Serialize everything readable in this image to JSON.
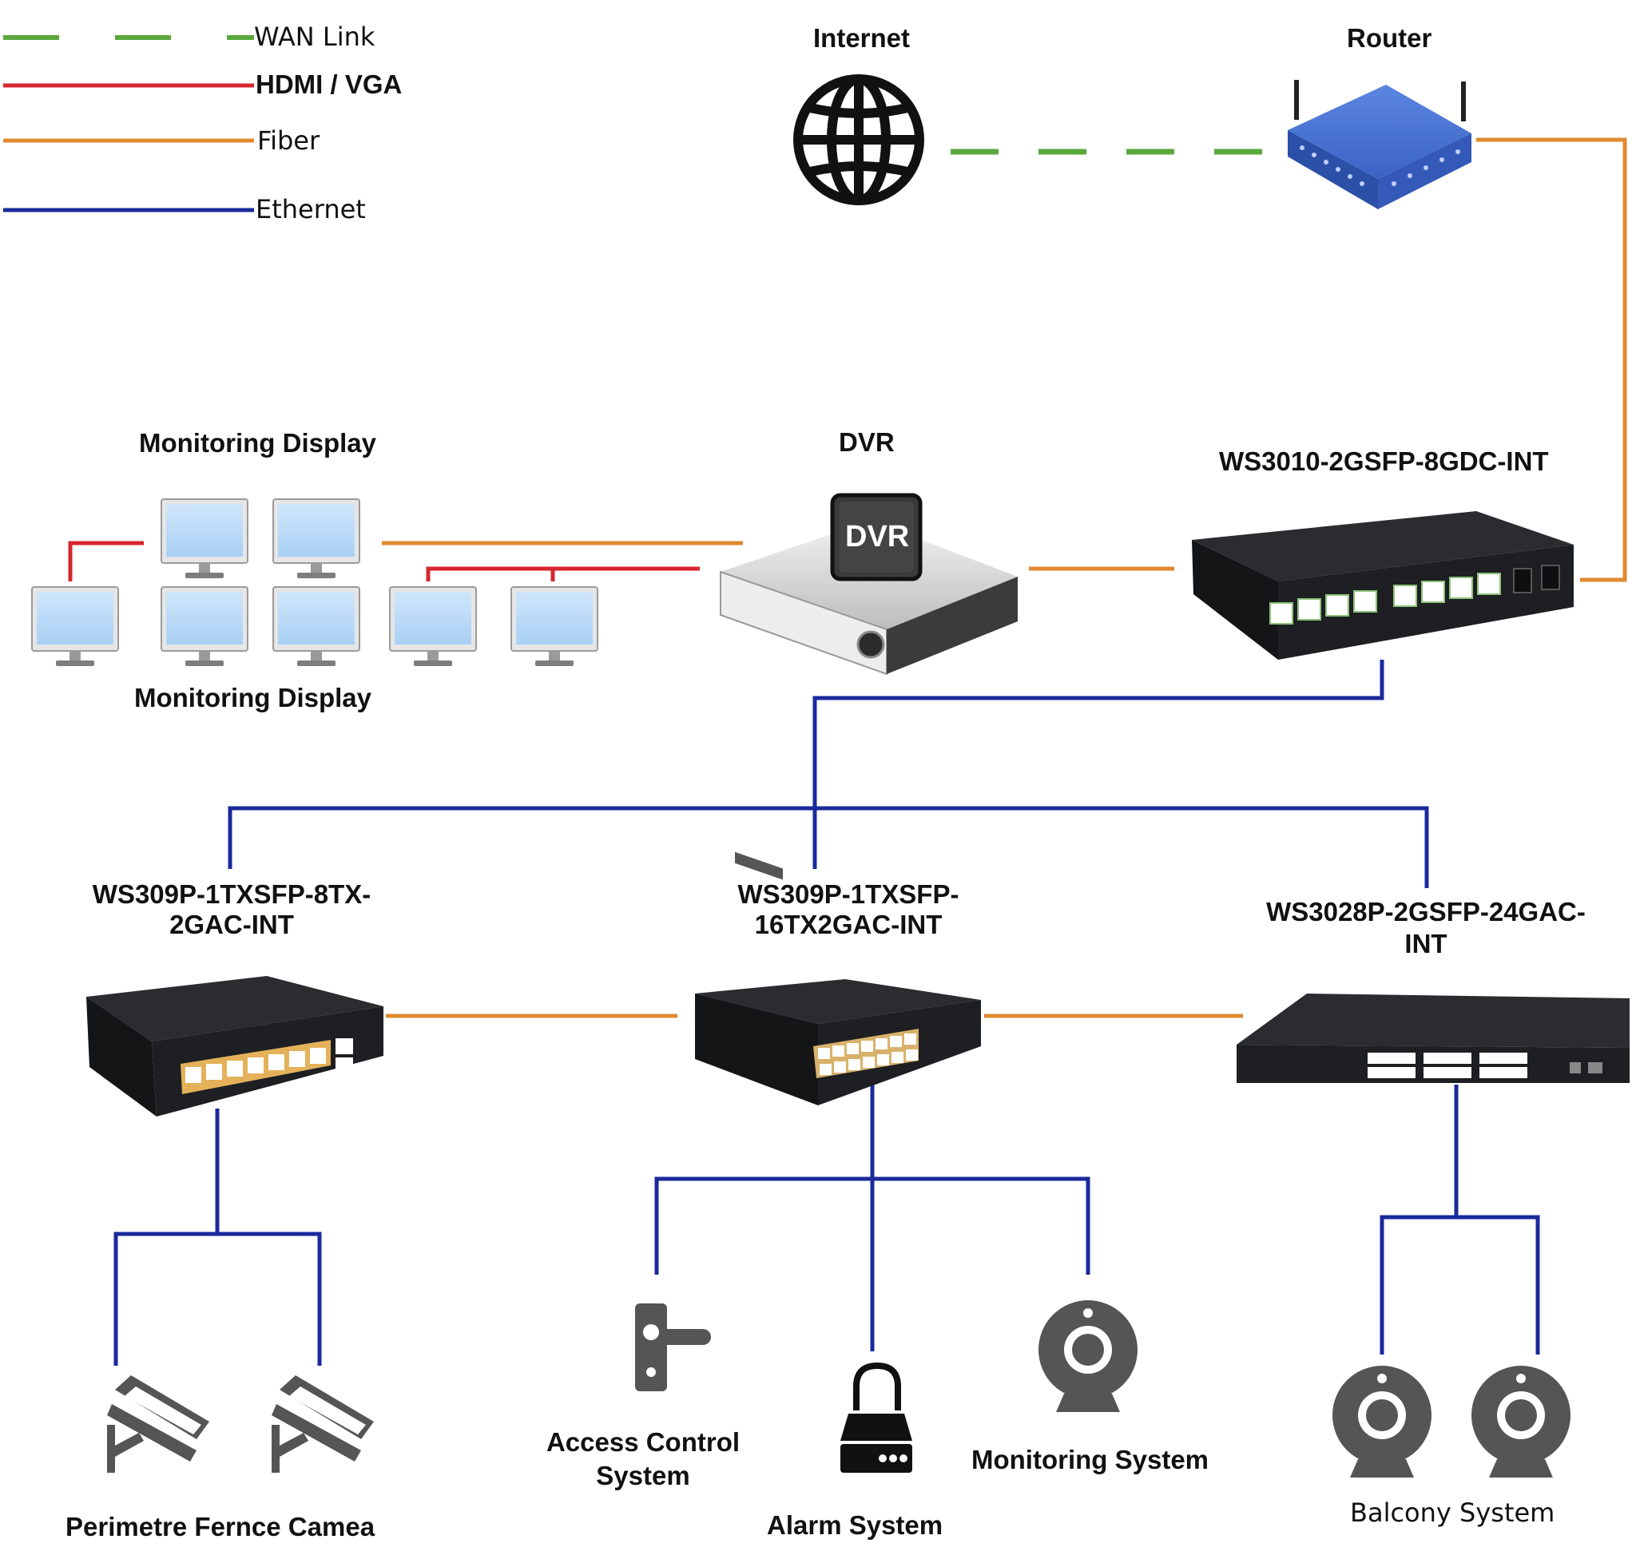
{
  "legend": {
    "items": [
      {
        "label": "WAN Link",
        "color": "#5aa83c",
        "style": "dashed"
      },
      {
        "label": "HDMI / VGA",
        "color": "#d7262e",
        "style": "solid"
      },
      {
        "label": "Fiber",
        "color": "#e08a2e",
        "style": "solid"
      },
      {
        "label": "Ethernet",
        "color": "#1a2a9c",
        "style": "solid"
      }
    ]
  },
  "colors": {
    "wan": "#5aa83c",
    "hdmi": "#d7262e",
    "fiber": "#e08a2e",
    "ethernet": "#1a2a9c",
    "router_blue": "#3f6fd0",
    "switch_body": "#1d1f22",
    "device_gray": "#555555"
  },
  "nodes": {
    "internet": {
      "label": "Internet",
      "icon": "globe-icon"
    },
    "router": {
      "label": "Router",
      "icon": "router-icon"
    },
    "dvr": {
      "label": "DVR",
      "badge": "DVR",
      "icon": "dvr-icon"
    },
    "core_switch": {
      "label": "WS3010-2GSFP-8GDC-INT",
      "icon": "switch-icon"
    },
    "monitor_top": {
      "label": "Monitoring Display",
      "icon": "monitor-icon"
    },
    "monitor_bottom": {
      "label": "Monitoring Display",
      "icon": "monitor-icon"
    },
    "switch_left": {
      "label_line1": "WS309P-1TXSFP-8TX-",
      "label_line2": "2GAC-INT",
      "icon": "switch-icon"
    },
    "switch_mid": {
      "label_line1": "WS309P-1TXSFP-",
      "label_line2": "16TX2GAC-INT",
      "icon": "switch-icon"
    },
    "switch_right": {
      "label_line1": "WS3028P-2GSFP-24GAC-",
      "label_line2": "INT",
      "icon": "switch-icon"
    }
  },
  "endpoints": {
    "perimeter": {
      "label": "Perimetre Fernce Camea",
      "icon": "cctv-camera-icon"
    },
    "access": {
      "label_line1": "Access Control",
      "label_line2": "System",
      "icon": "door-handle-icon"
    },
    "alarm": {
      "label": "Alarm System",
      "icon": "alarm-lock-icon"
    },
    "monitoring": {
      "label": "Monitoring System",
      "icon": "webcam-icon"
    },
    "balcony": {
      "label": "Balcony System",
      "icon": "webcam-icon"
    }
  }
}
